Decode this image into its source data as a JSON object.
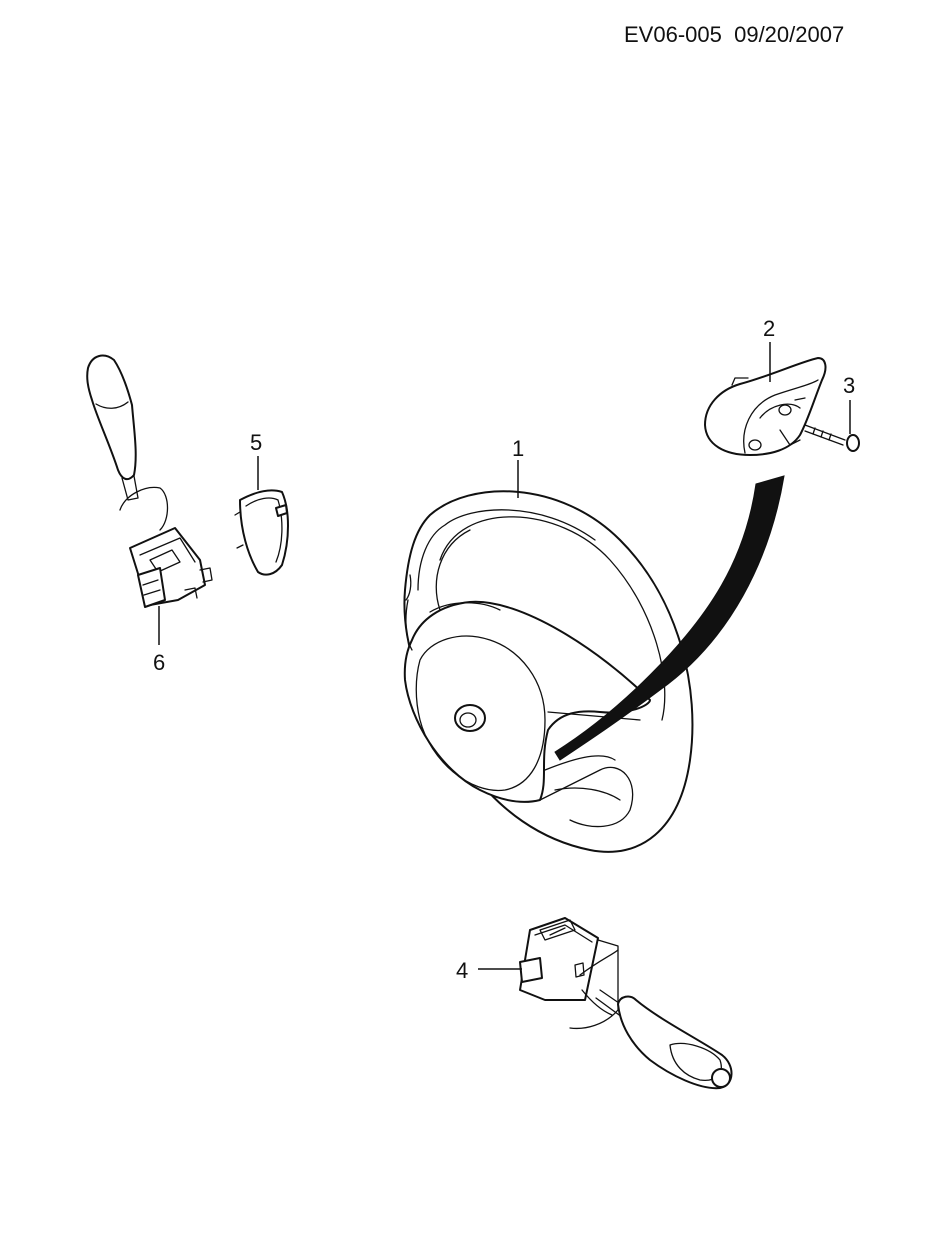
{
  "header": {
    "code": "EV06-005",
    "date": "09/20/2007"
  },
  "callouts": [
    {
      "id": "1",
      "label": "1"
    },
    {
      "id": "2",
      "label": "2"
    },
    {
      "id": "3",
      "label": "3"
    },
    {
      "id": "4",
      "label": "4"
    },
    {
      "id": "5",
      "label": "5"
    },
    {
      "id": "6",
      "label": "6"
    }
  ]
}
